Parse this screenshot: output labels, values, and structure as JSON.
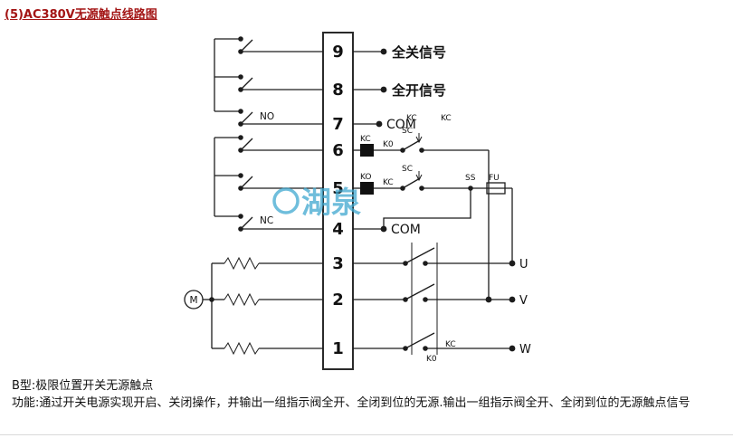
{
  "page": {
    "title": "(5)AC380V无源触点线路图"
  },
  "diagram": {
    "terminals": [
      "9",
      "8",
      "7",
      "6",
      "5",
      "4",
      "3",
      "2",
      "1"
    ],
    "labels": {
      "signal_full_close": "全关信号",
      "signal_full_open": "全开信号",
      "com_upper": "COM",
      "com_lower": "COM",
      "kc_branch_left": "KC",
      "kc_branch_right": "KC",
      "coil_row6": "KC",
      "aux_row6": "K0",
      "sc_row6": "SC",
      "coil_row5": "KO",
      "aux_row5": "KC",
      "sc_row5": "SC",
      "switch_ss": "SS",
      "fuse_fu": "FU",
      "group_no": "NO",
      "group_nc": "NC",
      "motor": "M",
      "phase_u": "U",
      "phase_v": "V",
      "phase_w": "W",
      "power_kc": "KC",
      "power_ko": "K0",
      "watermark": "湖泉"
    }
  },
  "footer": {
    "line1": "B型:极限位置开关无源触点",
    "line2": "功能:通过开关电源实现开启、关闭操作，并输出一组指示阀全开、全闭到位的无源.输出一组指示阀全开、全闭到位的无源触点信号"
  },
  "colors": {
    "title_red": "#a31515",
    "watermark_teal": "#3fa8d0",
    "line": "#1c1c1c"
  }
}
